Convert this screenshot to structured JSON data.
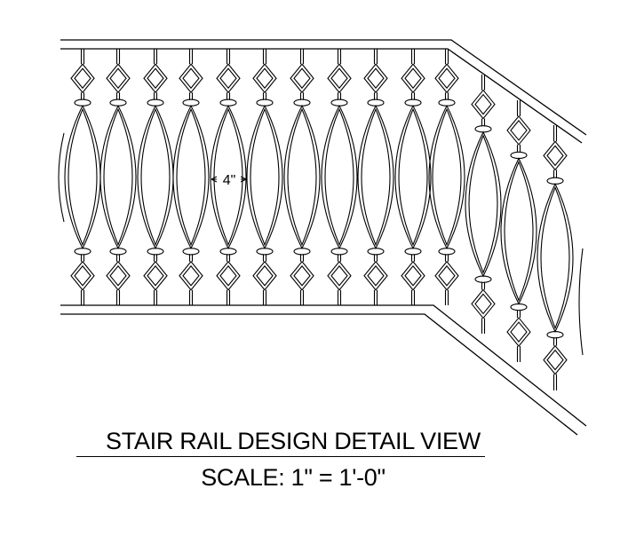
{
  "title": "STAIR RAIL DESIGN DETAIL VIEW",
  "scale": "SCALE:  1\" = 1'-0\"",
  "dimension_label": "4\"",
  "colors": {
    "line": "#000000",
    "background": "#ffffff"
  }
}
